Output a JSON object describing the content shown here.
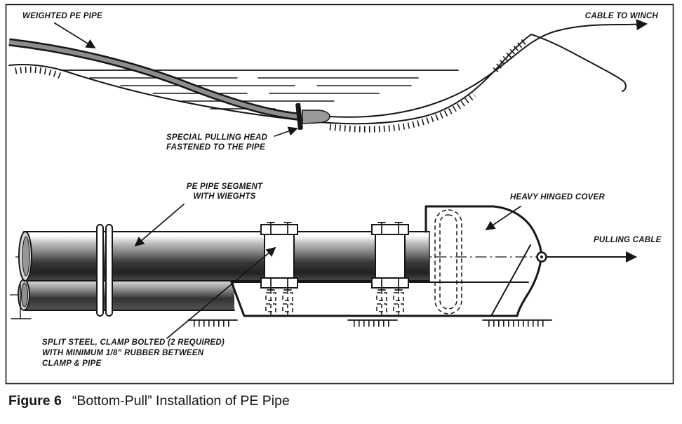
{
  "colors": {
    "ink": "#161616",
    "paper": "#ffffff",
    "pipe_mid": "#8d8d8d",
    "pipe_dark": "#2e2e2e"
  },
  "top_diagram": {
    "labels": {
      "weighted_pipe": "WEIGHTED PE PIPE",
      "cable_to_winch": "CABLE TO WINCH",
      "pulling_head_1": "SPECIAL PULLING HEAD",
      "pulling_head_2": "FASTENED TO THE PIPE"
    }
  },
  "bottom_diagram": {
    "labels": {
      "segment_1": "PE PIPE SEGMENT",
      "segment_2": "WITH WIEGHTS",
      "cover": "HEAVY HINGED COVER",
      "pulling_cable": "PULLING CABLE",
      "clamp_1": "SPLIT STEEL, CLAMP BOLTED (2 REQUIRED)",
      "clamp_2": "WITH MINIMUM 1/8” RUBBER BETWEEN",
      "clamp_3": "CLAMP & PIPE"
    }
  },
  "caption": {
    "label": "Figure 6",
    "text": "“Bottom-Pull” Installation of PE Pipe"
  }
}
